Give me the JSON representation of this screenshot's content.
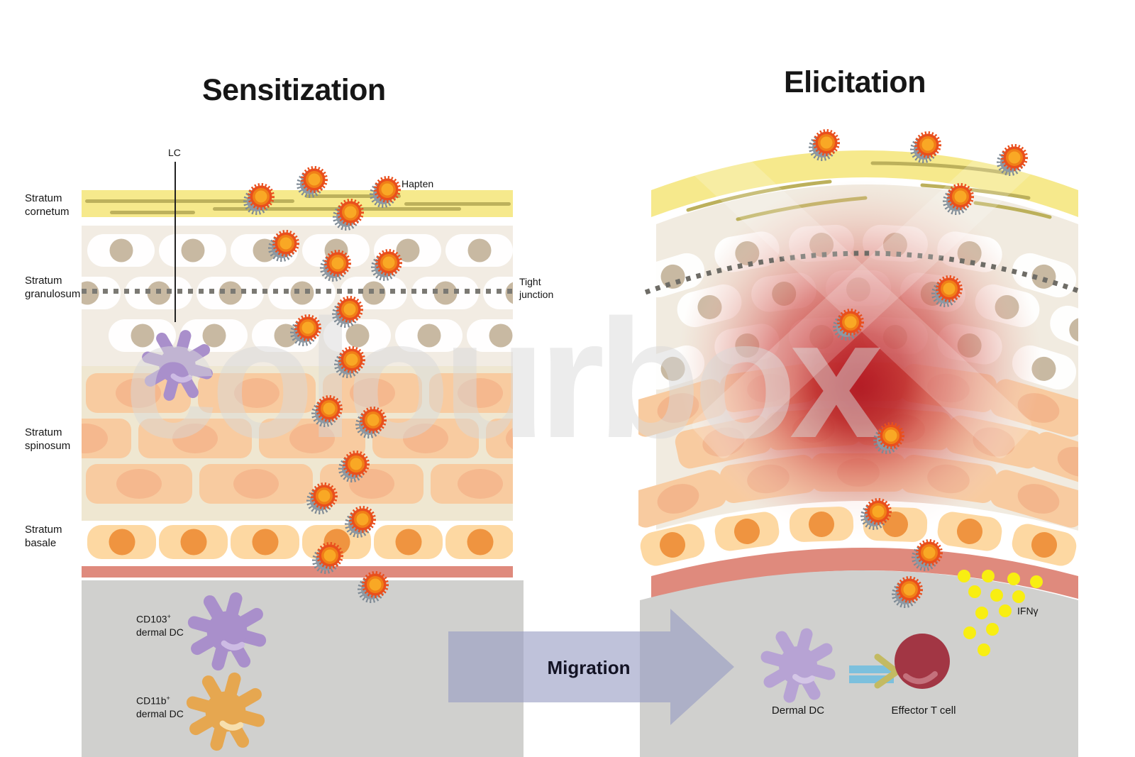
{
  "watermark_text": "colourbox",
  "left": {
    "title": "Sensitization",
    "layers": {
      "cornetum": {
        "l1": "Stratum",
        "l2": "cornetum"
      },
      "granulosum": {
        "l1": "Stratum",
        "l2": "granulosum"
      },
      "spinosum": {
        "l1": "Stratum",
        "l2": "spinosum"
      },
      "basale": {
        "l1": "Stratum",
        "l2": "basale"
      }
    },
    "lc_label": "LC",
    "hapten_label": "Hapten",
    "tight_junction": {
      "l1": "Tight",
      "l2": "junction"
    },
    "cd103": {
      "base": "CD103",
      "sup": "+",
      "line2": "dermal DC"
    },
    "cd11b": {
      "base": "CD11b",
      "sup": "+",
      "line2": "dermal DC"
    }
  },
  "migration_label": "Migration",
  "right": {
    "title": "Elicitation",
    "ifn_label": "IFNγ",
    "dermal_dc_label": "Dermal DC",
    "t_cell_label": "Effector T cell"
  },
  "colors": {
    "hapten_core": "#f9a825",
    "hapten_ring": "#e94f1d",
    "inflammation": "#c31f28",
    "lc_cell": "#a98fcb",
    "cd11b_cell": "#e6a750",
    "dermal_dc_cell": "#b7a3d4",
    "t_cell": "#a23644",
    "ifn_dot": "#f8ee12",
    "arrow": "#9ca0c8",
    "corneum": "#f6e98c",
    "basale_nucleus": "#ef9440",
    "dermis": "#d0d0ce",
    "basement_membrane": "#df8a7d"
  }
}
